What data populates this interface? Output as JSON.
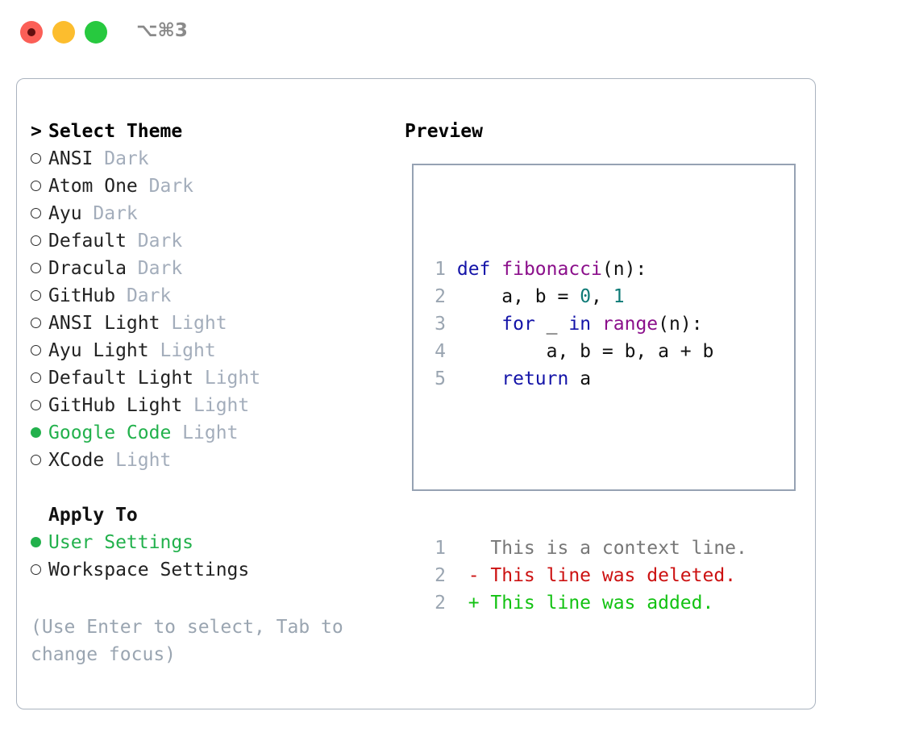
{
  "titlebar": {
    "shortcut": "⌥⌘3",
    "buttons": [
      {
        "name": "close",
        "color": "#fb5f57"
      },
      {
        "name": "minimize",
        "color": "#fcbd2e"
      },
      {
        "name": "maximize",
        "color": "#27c93f"
      }
    ]
  },
  "left": {
    "prompt": "> ",
    "title": "Select Theme",
    "themes": [
      {
        "bullet": "o ",
        "selected": false,
        "name": "ANSI",
        "variant": "Dark"
      },
      {
        "bullet": "o ",
        "selected": false,
        "name": "Atom One",
        "variant": "Dark"
      },
      {
        "bullet": "o ",
        "selected": false,
        "name": "Ayu",
        "variant": "Dark"
      },
      {
        "bullet": "o ",
        "selected": false,
        "name": "Default",
        "variant": "Dark"
      },
      {
        "bullet": "o ",
        "selected": false,
        "name": "Dracula",
        "variant": "Dark"
      },
      {
        "bullet": "o ",
        "selected": false,
        "name": "GitHub",
        "variant": "Dark"
      },
      {
        "bullet": "o ",
        "selected": false,
        "name": "ANSI Light",
        "variant": "Light"
      },
      {
        "bullet": "o ",
        "selected": false,
        "name": "Ayu Light",
        "variant": "Light"
      },
      {
        "bullet": "o ",
        "selected": false,
        "name": "Default Light",
        "variant": "Light"
      },
      {
        "bullet": "o ",
        "selected": false,
        "name": "GitHub Light",
        "variant": "Light"
      },
      {
        "bullet": "● ",
        "selected": true,
        "name": "Google Code",
        "variant": "Light"
      },
      {
        "bullet": "o ",
        "selected": false,
        "name": "XCode",
        "variant": "Light"
      }
    ],
    "apply_to_heading": "Apply To",
    "apply_to": [
      {
        "selected": true,
        "label": "User Settings"
      },
      {
        "selected": false,
        "label": "Workspace Settings"
      }
    ],
    "hint": "(Use Enter to select, Tab to change focus)"
  },
  "right": {
    "preview_title": "Preview",
    "code": [
      {
        "ln": "1",
        "tokens": [
          {
            "t": "def ",
            "c": "kw"
          },
          {
            "t": "fibonacci",
            "c": "fn"
          },
          {
            "t": "(n):",
            "c": "pln"
          }
        ]
      },
      {
        "ln": "2",
        "tokens": [
          {
            "t": "    a, b = ",
            "c": "pln"
          },
          {
            "t": "0",
            "c": "num"
          },
          {
            "t": ", ",
            "c": "pln"
          },
          {
            "t": "1",
            "c": "num"
          }
        ]
      },
      {
        "ln": "3",
        "tokens": [
          {
            "t": "    ",
            "c": "pln"
          },
          {
            "t": "for",
            "c": "kw"
          },
          {
            "t": " _ ",
            "c": "pln"
          },
          {
            "t": "in",
            "c": "kw"
          },
          {
            "t": " ",
            "c": "pln"
          },
          {
            "t": "range",
            "c": "fn"
          },
          {
            "t": "(n):",
            "c": "pln"
          }
        ]
      },
      {
        "ln": "4",
        "tokens": [
          {
            "t": "        a, b = b, a + b",
            "c": "pln"
          }
        ]
      },
      {
        "ln": "5",
        "tokens": [
          {
            "t": "    ",
            "c": "pln"
          },
          {
            "t": "return",
            "c": "kw"
          },
          {
            "t": " a",
            "c": "pln"
          }
        ]
      }
    ],
    "diff": [
      {
        "ln": "1",
        "marker": "  ",
        "text": "This is a context line.",
        "kind": "ctx"
      },
      {
        "ln": "2",
        "marker": "- ",
        "text": "This line was deleted.",
        "kind": "del"
      },
      {
        "ln": "2",
        "marker": "+ ",
        "text": "This line was added.",
        "kind": "add"
      }
    ]
  },
  "colors": {
    "accent_green": "#22b14c",
    "muted": "#a3adbb",
    "border": "#96a2b3",
    "keyword": "#1414a8",
    "function": "#8b0f8b",
    "number": "#0d7a76",
    "deleted": "#cc1111",
    "added": "#12c212"
  }
}
